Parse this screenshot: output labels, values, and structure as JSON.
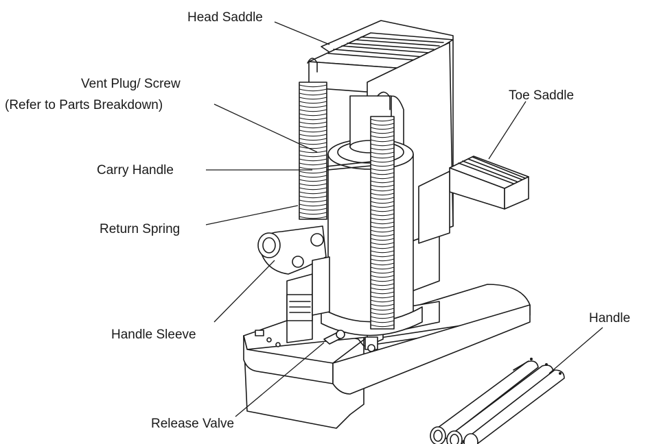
{
  "labels": {
    "head_saddle": "Head Saddle",
    "vent_plug_line1": "Vent Plug/ Screw",
    "vent_plug_line2": "(Refer to Parts Breakdown)",
    "toe_saddle": "Toe Saddle",
    "carry_handle": "Carry Handle",
    "return_spring": "Return Spring",
    "handle_sleeve": "Handle Sleeve",
    "release_valve": "Release Valve",
    "handle": "Handle"
  }
}
